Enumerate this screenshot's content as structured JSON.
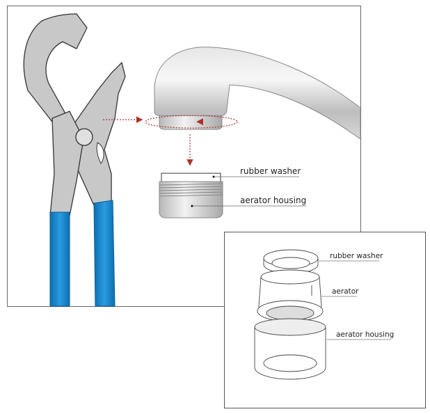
{
  "main_panel": {
    "labels": {
      "rubber_washer": "rubber washer",
      "aerator_housing": "aerator housing"
    }
  },
  "inset_panel": {
    "labels": {
      "rubber_washer": "rubber washer",
      "aerator": "aerator",
      "aerator_housing": "aerator housing"
    }
  },
  "colors": {
    "handle_blue": "#1a8ad4",
    "arrow_red": "#b0302a",
    "metal_gray": "#c8c8c8"
  }
}
